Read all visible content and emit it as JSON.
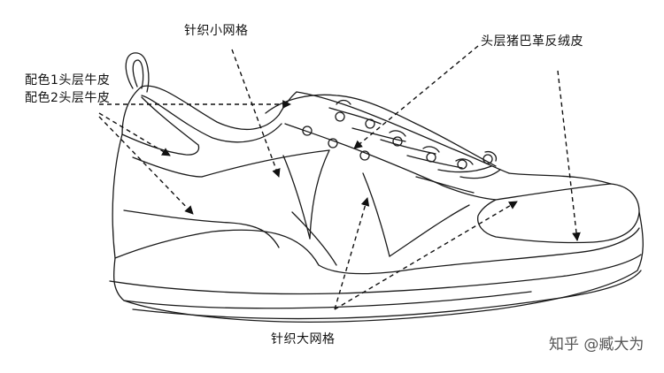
{
  "labels": {
    "small_mesh": "针织小网格",
    "suede": "头层猪巴革反绒皮",
    "color1": "配色1头层牛皮",
    "color2": "配色2头层牛皮",
    "large_mesh": "针织大网格"
  },
  "watermark": {
    "text": "知乎 @臧大为"
  }
}
